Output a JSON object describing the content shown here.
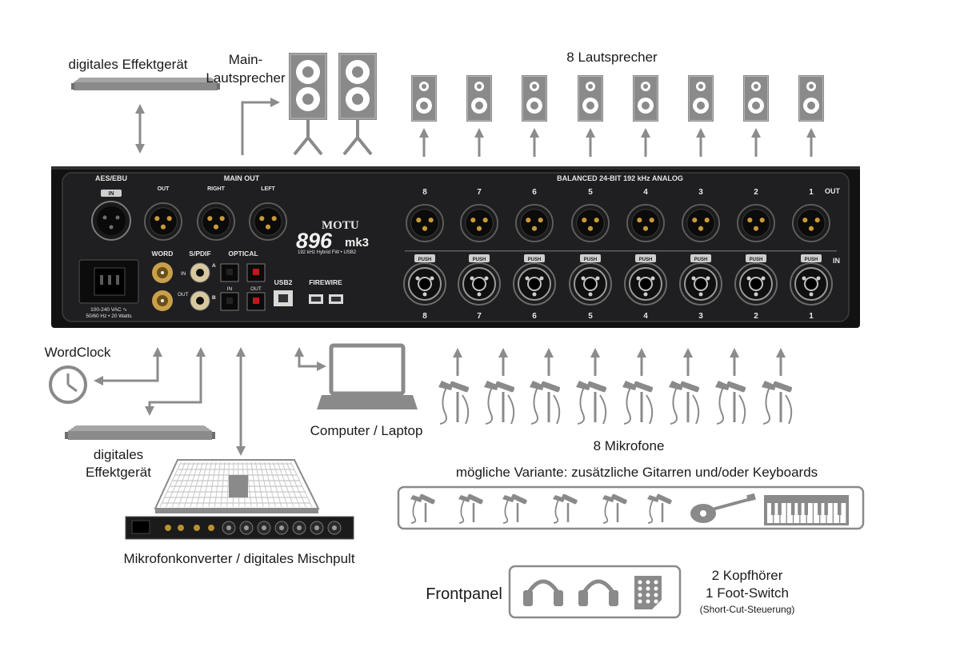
{
  "labels": {
    "fx_top": "digitales Effektgerät",
    "main_speakers_1": "Main-",
    "main_speakers_2": "Lautsprecher",
    "eight_speakers": "8 Lautsprecher",
    "wordclock": "WordClock",
    "fx_bottom_1": "digitales",
    "fx_bottom_2": "Effektgerät",
    "computer": "Computer / Laptop",
    "mics": "8 Mikrofone",
    "variant": "mögliche Variante: zusätzliche Gitarren und/oder Keyboards",
    "converter": "Mikrofonkonverter /  digitales Mischpult",
    "frontpanel": "Frontpanel",
    "headphones": "2 Kopfhörer",
    "footswitch": "1 Foot-Switch",
    "shortcut": "(Short-Cut-Steuerung)"
  },
  "panel": {
    "aes_ebu": "AES/EBU",
    "in": "IN",
    "out": "OUT",
    "main_out": "MAIN OUT",
    "right": "RIGHT",
    "left": "LEFT",
    "brand": "MOTU",
    "model": "896",
    "model_suffix": "mk3",
    "model_sub": "192 kHz Hybrid FW • USB2",
    "word": "WORD",
    "spdif": "S/PDIF",
    "optical": "OPTICAL",
    "a": "A",
    "b": "B",
    "usb2": "USB2",
    "firewire": "FIREWIRE",
    "power_1": "100-240 VAC ∿",
    "power_2": "50/60 Hz • 20 Watts",
    "analog": "BALANCED 24-BIT 192 kHz ANALOG",
    "push": "PUSH",
    "channels": [
      "8",
      "7",
      "6",
      "5",
      "4",
      "3",
      "2",
      "1"
    ]
  }
}
